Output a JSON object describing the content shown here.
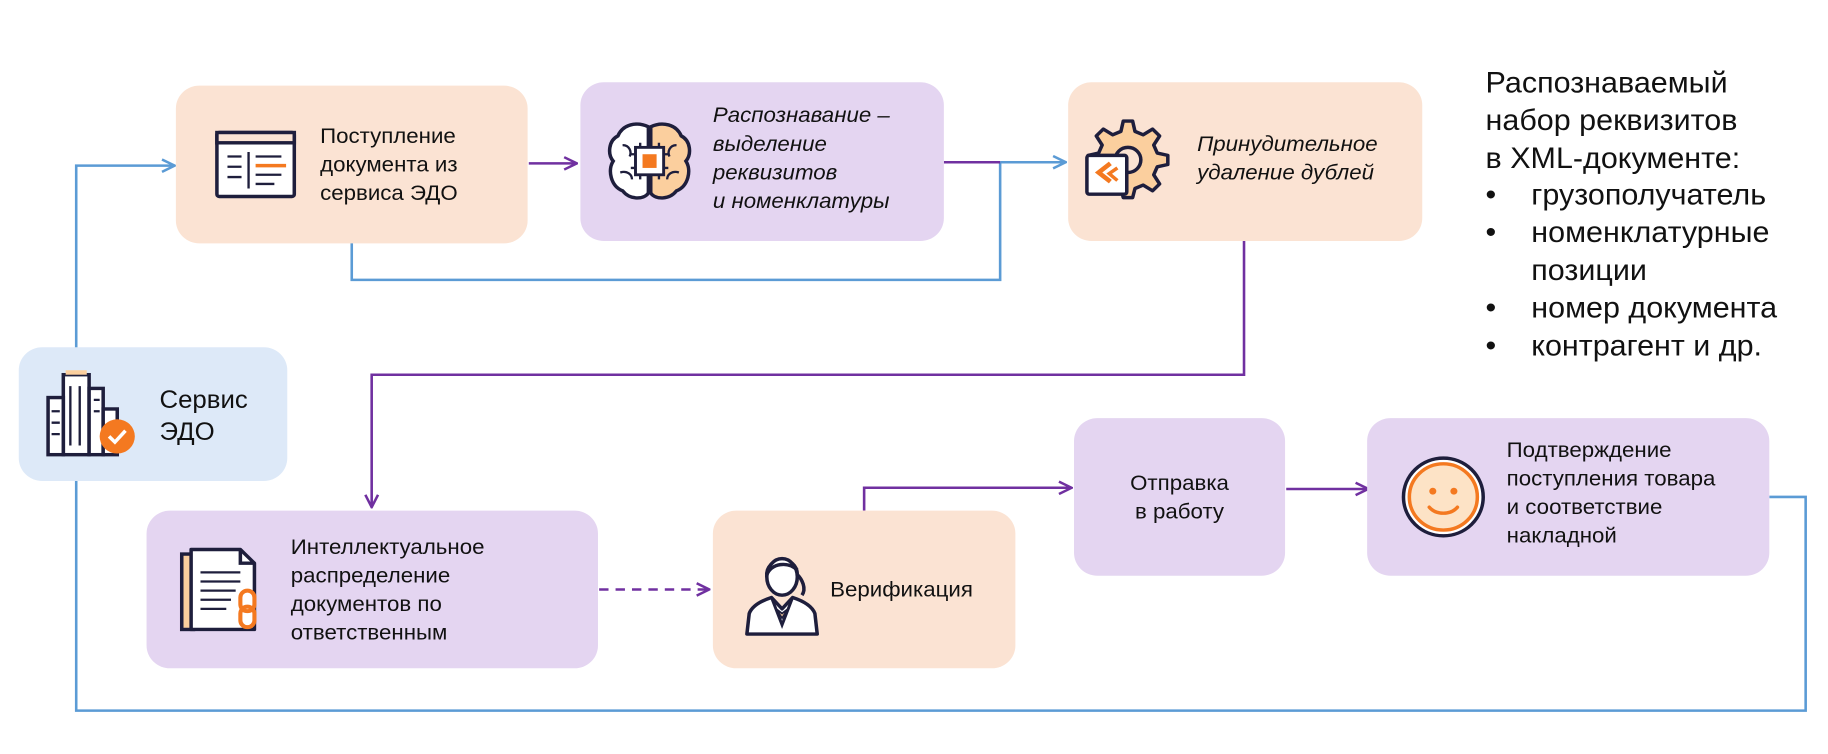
{
  "nodes": {
    "receipt": {
      "label": "Поступление\nдокумента из\nсервиса ЭДО"
    },
    "recognition": {
      "label": "Распознавание –\nвыделение\nреквизитов\nи  номенклатуры"
    },
    "dedup": {
      "label": "Принудительное\nудаление дублей"
    },
    "edo_service": {
      "label": "Сервис\nЭДО"
    },
    "distribution": {
      "label": "Интеллектуальное\nраспределение\nдокументов по\nответственным"
    },
    "verification": {
      "label": "Верификация"
    },
    "dispatch": {
      "label": "Отправка\nв работу"
    },
    "confirmation": {
      "label": "Подтверждение\nпоступления товара\nи соответствие\nнакладной"
    }
  },
  "notes": {
    "title": "Распознаваемый\nнабор реквизитов\nв XML-документе:",
    "items": [
      "грузополучатель",
      "номенклатурные\nпозиции",
      "номер документа",
      "контрагент и др."
    ]
  },
  "colors": {
    "peach": "#fbe3d3",
    "lilac": "#e4d5f1",
    "blue": "#dde9f8",
    "purple_arrow": "#7030a0",
    "blue_arrow": "#5b9bd5",
    "orange_accent": "#f47920",
    "icon_outline": "#1e1e3c"
  },
  "icons": [
    "document-window-icon",
    "brain-chip-icon",
    "gear-logo-icon",
    "office-buildings-check-icon",
    "document-chain-icon",
    "operator-woman-icon",
    "smiley-face-icon"
  ]
}
